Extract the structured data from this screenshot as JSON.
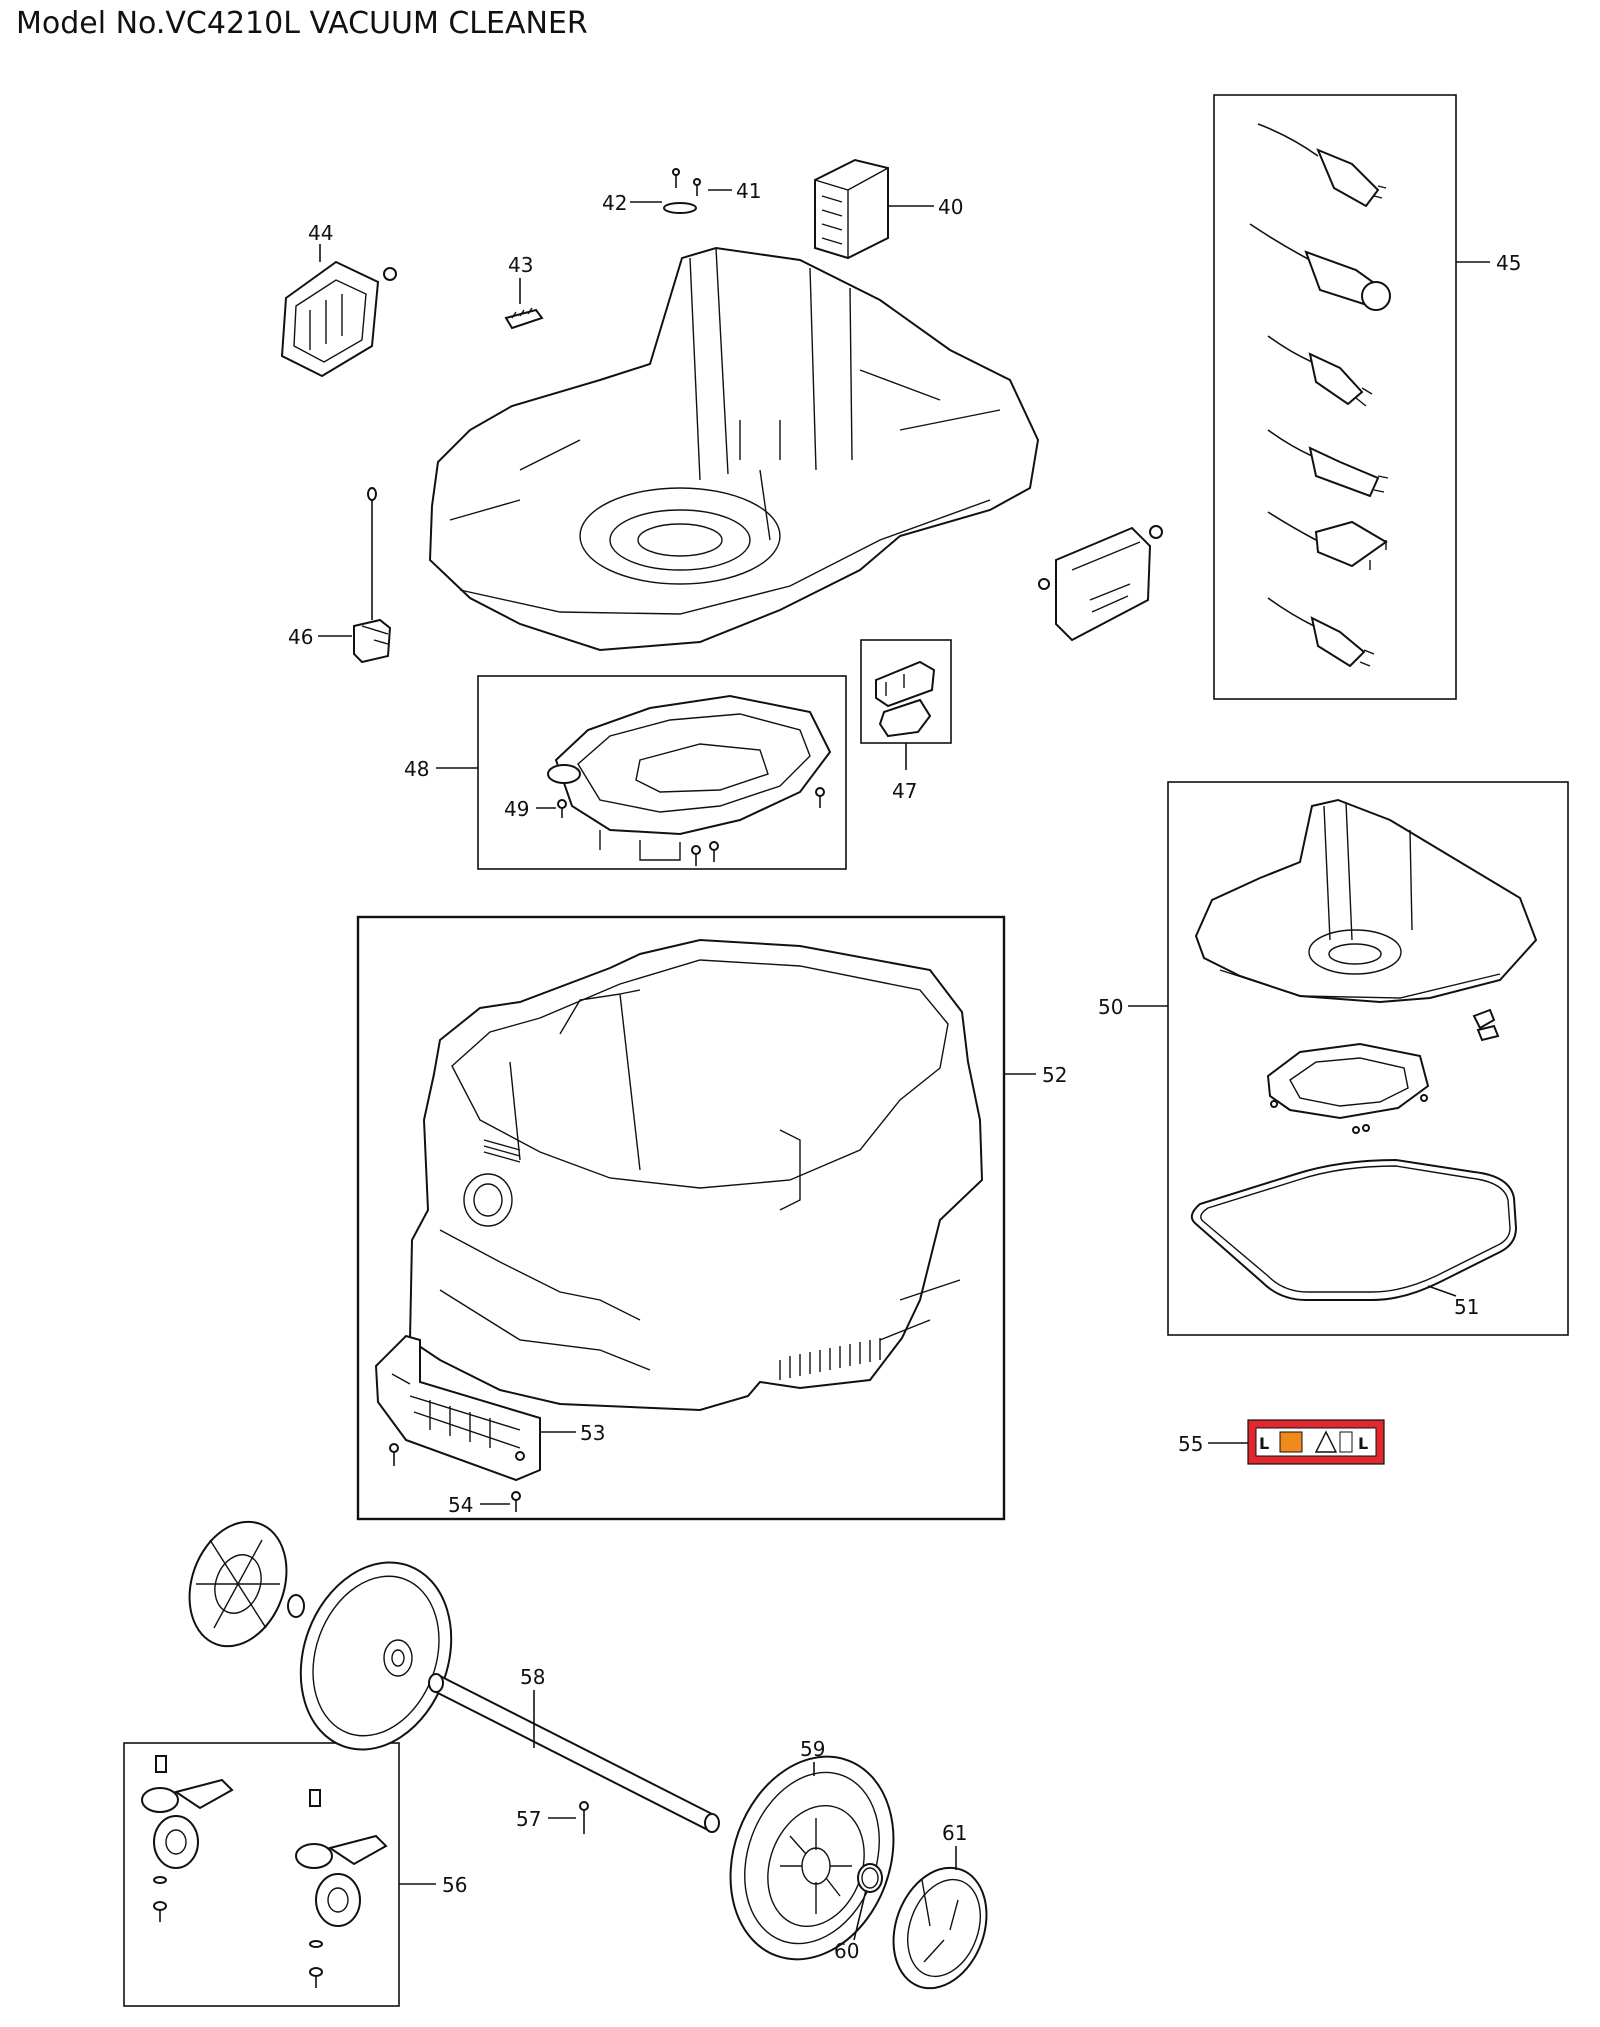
{
  "title": "Model No.VC4210L VACUUM CLEANER",
  "part_numbers": {
    "p40": "40",
    "p41": "41",
    "p42": "42",
    "p43": "43",
    "p44": "44",
    "p45": "45",
    "p46": "46",
    "p47": "47",
    "p48": "48",
    "p49": "49",
    "p50": "50",
    "p51": "51",
    "p52": "52",
    "p53": "53",
    "p54": "54",
    "p55": "55",
    "p56": "56",
    "p57": "57",
    "p58": "58",
    "p59": "59",
    "p60": "60",
    "p61": "61"
  },
  "label_plate_text": [
    "L",
    "L"
  ],
  "colors": {
    "line": "#111111",
    "label_orange": "#f08a1c",
    "label_red": "#e0282e"
  }
}
